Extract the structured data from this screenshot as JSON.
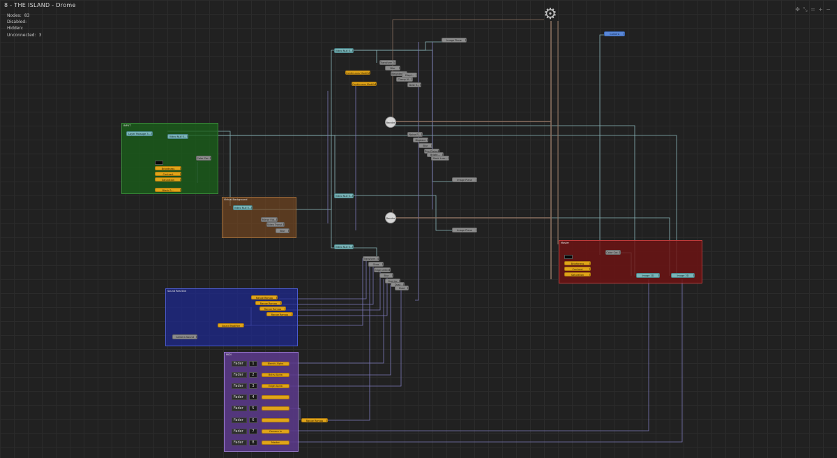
{
  "header": {
    "title": "8  -  THE  ISLAND  -  Drome",
    "stats": [
      {
        "label": "Nodes:",
        "value": "83"
      },
      {
        "label": "Disabled:",
        "value": ""
      },
      {
        "label": "Hidden:",
        "value": ""
      },
      {
        "label": "Unconnected:",
        "value": "3"
      }
    ]
  },
  "toolbar": {
    "icons": [
      "fit-view-icon",
      "collapse-icon",
      "expand-icon",
      "zoom-in-icon",
      "zoom-out-icon"
    ]
  },
  "groups": {
    "green": {
      "title": "INPUT"
    },
    "brown": {
      "title": "Virtual Background"
    },
    "blue": {
      "title": "Sound Reactive"
    },
    "purple": {
      "title": "MIDI"
    },
    "red": {
      "title": "Master"
    }
  },
  "nodes": {
    "camera": "Camera",
    "layer_passage": "Layer Passage 3...",
    "video_null_1": "Video Null 0...",
    "color_cor_1": "Color Cor...",
    "brightness_1": "Brightness",
    "contrast_1": "Contrast",
    "saturation_1": "Saturation",
    "black_1": "Black &...",
    "video_null_2": "Video Null 0...",
    "image_plane_top": "Image Plane",
    "continuous_modifier": "Continuous Modifier",
    "continuous_modifier_2": "Continuous Modifier",
    "renderer_1": "Render",
    "renderer_2": "Render",
    "video_null_3": "Video Null 0...",
    "image_plane_mid": "Image Plane",
    "image_plane_lower": "Image Plane",
    "video_null_4": "Video Null 0...",
    "video_null_5": "Video Null 0...",
    "blur": "Blur",
    "range_remap_1": "Range Remap",
    "range_remap_2": "Range Remap",
    "range_remap_3": "Range Remap",
    "range_remap_4": "Range Remap",
    "sound_modifier": "Sound Modifier",
    "camera_sound": "Camera Sound",
    "range_remap_midi": "Range Remap",
    "color_cor_2": "Color Cor...",
    "brightness_2": "Brightness",
    "contrast_2": "Contrast",
    "saturation_2": "Saturation",
    "image_2d_1": "Image 2D",
    "image_2d_2": "Image 2D",
    "chain_top": [
      "Transform 3...",
      "Blur",
      "Weighter 0...",
      "Clamp Vi...",
      "Displ...",
      "Dust 3..."
    ],
    "chain_mid": [
      "Noise Fi...",
      "Displace",
      "Blur",
      "Rim Distort",
      "Bright...",
      "Mask Lum..."
    ],
    "chain_bot": [
      "Transform 3...",
      "Glow",
      "Edge Detect",
      "Blur",
      "Overlay",
      "Dust",
      "Dust"
    ],
    "chain_brown": [
      "Mirror Vid...",
      "Video Transf..."
    ]
  },
  "faders": [
    {
      "label": "Fader",
      "num": "1",
      "value": "Blends Alpha"
    },
    {
      "label": "Fader",
      "num": "2",
      "value": "Bstrs Alpha"
    },
    {
      "label": "Fader",
      "num": "3",
      "value": "Edge Alpha"
    },
    {
      "label": "Fader",
      "num": "4",
      "value": ""
    },
    {
      "label": "Fader",
      "num": "5",
      "value": ""
    },
    {
      "label": "Fader",
      "num": "6",
      "value": ""
    },
    {
      "label": "Fader",
      "num": "7",
      "value": "Camera In"
    },
    {
      "label": "Fader",
      "num": "8",
      "value": "Master"
    }
  ],
  "colors": {
    "canvas": "#212121",
    "wire_teal": "#8ab6ba",
    "wire_purple": "#7c78b8",
    "wire_brown": "#8a7060",
    "node_gold": "#e0a418",
    "node_teal": "#7ab4b8",
    "node_gray": "#8c8c8c",
    "node_blue": "#5a88d8"
  }
}
